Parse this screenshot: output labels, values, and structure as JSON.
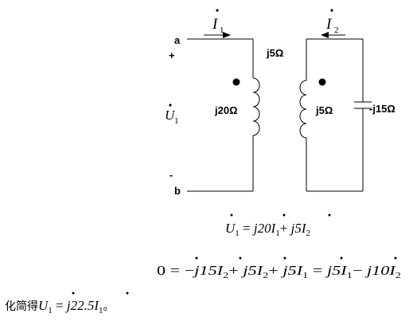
{
  "circuit": {
    "terminal_top": "a",
    "terminal_bottom": "b",
    "polarity_plus": "+",
    "polarity_minus": "-",
    "voltage_symbol": "U",
    "voltage_sub": "1",
    "current1_symbol": "I",
    "current1_sub": "1",
    "current2_symbol": "I",
    "current2_sub": "2",
    "mutual_label": "j5Ω",
    "primary_label": "j20Ω",
    "secondary_label": "j5Ω",
    "capacitor_label": "-j15Ω"
  },
  "equations": {
    "eq1": {
      "lhs": "U",
      "lhs_sub": "1",
      "eq": " = ",
      "t1": "j20",
      "v1": "I",
      "v1_sub": "1",
      "op1": "+ ",
      "t2": "j5",
      "v2": "I",
      "v2_sub": "2"
    },
    "eq2": {
      "lhs": "0 = −",
      "t1": "j15",
      "v1": "I",
      "v1_sub": "2",
      "op1": "+ ",
      "t2": "j5",
      "v2": "I",
      "v2_sub": "2",
      "op2": "+ ",
      "t3": "j5",
      "v3": "I",
      "v3_sub": "1",
      "eq": " = ",
      "t4": "j5",
      "v4": "I",
      "v4_sub": "1",
      "op3": "− ",
      "t5": "j10",
      "v5": "I",
      "v5_sub": "2"
    },
    "eq3": {
      "prefix": "化简得",
      "lhs": "U",
      "lhs_sub": "1",
      "eq": " = ",
      "t1": "j22.5",
      "v1": "I",
      "v1_sub": "1",
      "suffix": "。"
    }
  }
}
